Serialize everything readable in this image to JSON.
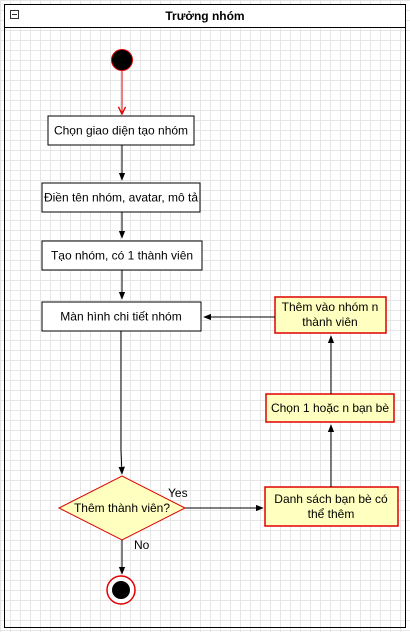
{
  "lane": {
    "title": "Trưởng nhóm"
  },
  "nodes": {
    "choose_ui": "Chọn giao diện tạo nhóm",
    "enter_info": "Điền tên nhóm, avatar, mô tả",
    "create_group": "Tạo nhóm, có 1 thành viên",
    "group_detail": "Màn hình chi tiết nhóm",
    "decision": "Thêm thành viên?",
    "friend_list": [
      "Danh sách bạn bè có",
      "thể thêm"
    ],
    "choose_friends": "Chọn 1 hoặc n bạn bè",
    "add_to_group": [
      "Thêm vào nhóm n",
      "thành viên"
    ]
  },
  "edges": {
    "yes": "Yes",
    "no": "No"
  },
  "colors": {
    "node_fill": "#ffffff",
    "highlight_fill": "#ffffc0",
    "highlight_stroke": "#e00000",
    "decision_fill": "#ffffc0",
    "decision_stroke": "#e00000",
    "start_arrow": "#e00000",
    "end_ring": "#e00000"
  }
}
